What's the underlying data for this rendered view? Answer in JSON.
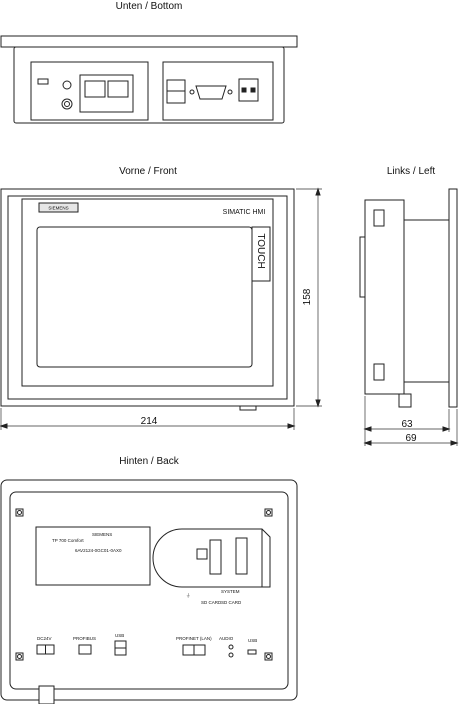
{
  "titles": {
    "bottom": "Unten / Bottom",
    "front": "Vorne / Front",
    "left": "Links / Left",
    "back": "Hinten / Back"
  },
  "dimensions": {
    "width": "214",
    "height": "158",
    "depth_inner": "63",
    "depth_outer": "69"
  },
  "front_labels": {
    "brand": "SIEMENS",
    "product": "SIMATIC HMI",
    "touch": "TOUCH"
  },
  "back_labels": {
    "brand": "SIEMENS",
    "model": "TP 700 Comfort",
    "order_no": "6AV2124-0GC01-0AX0",
    "power": "DC24V",
    "profibus": "PROFIBUS",
    "profinet": "PROFINET (LAN)",
    "audio": "AUDIO",
    "usb": "USB",
    "sd_card": "SD CARD",
    "system": "SYSTEM"
  }
}
